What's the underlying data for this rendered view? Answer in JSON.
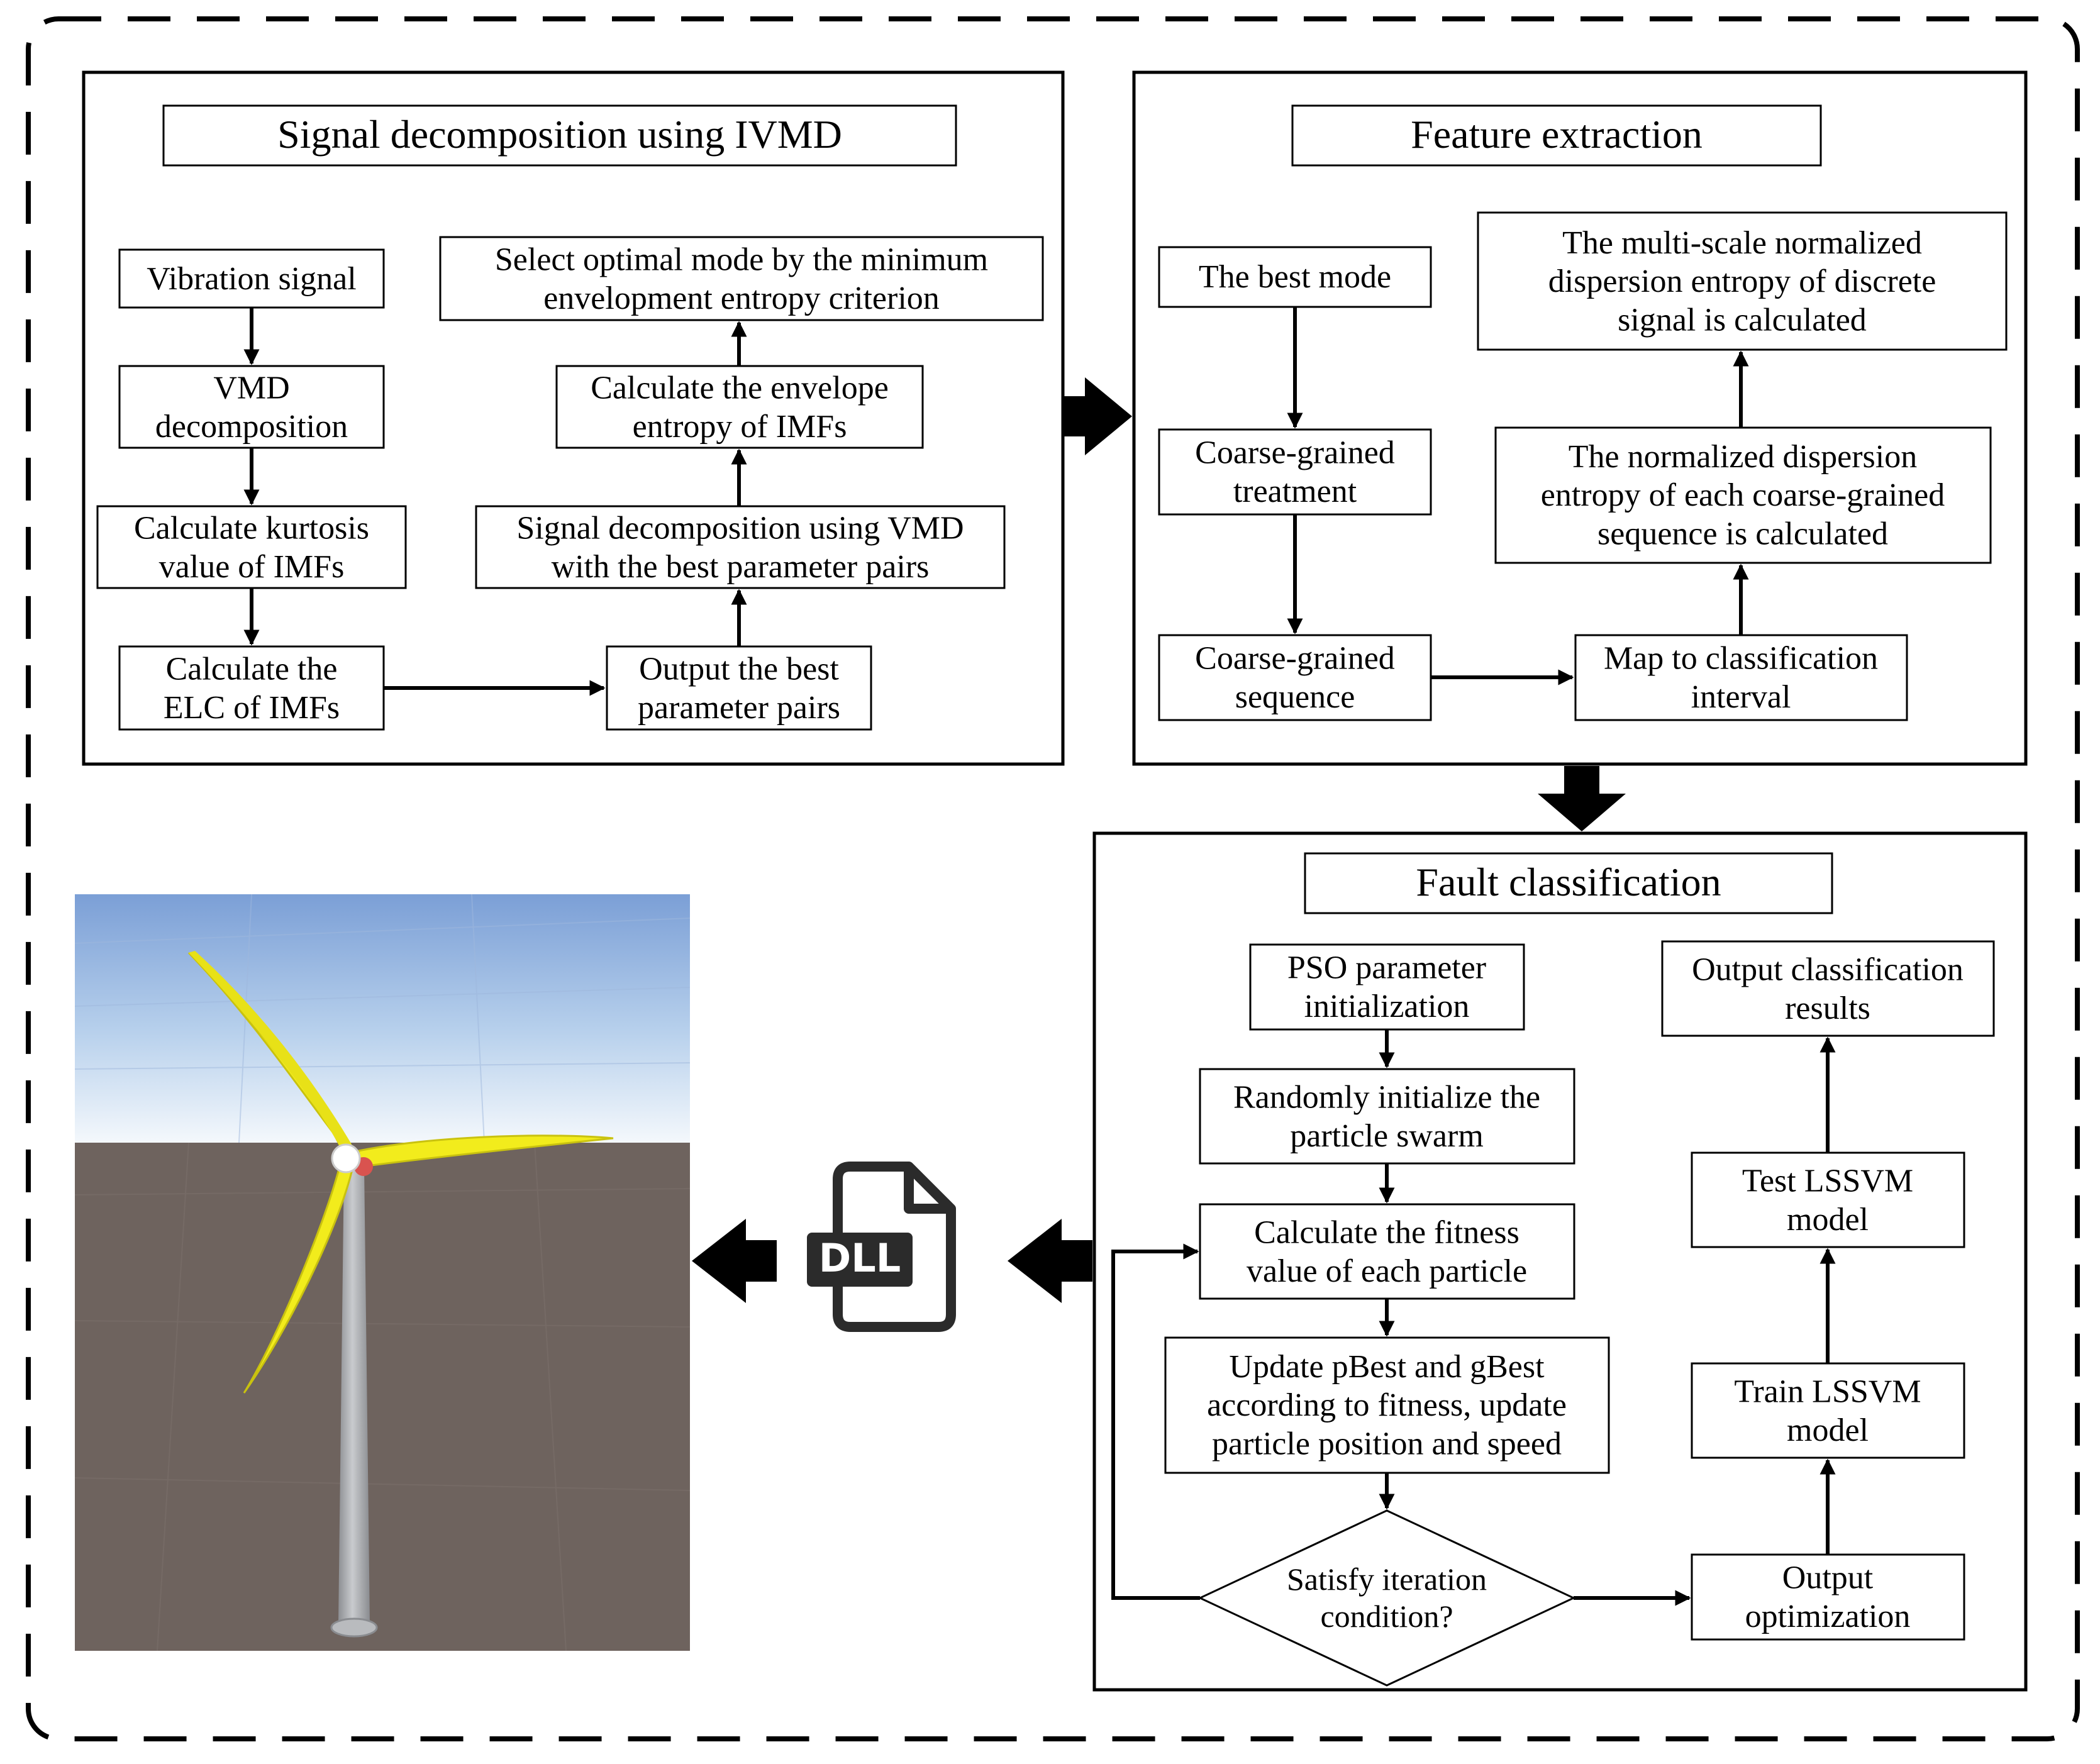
{
  "sections": {
    "ivmd": "Signal decomposition using IVMD",
    "feature": "Feature extraction",
    "fault": "Fault classification"
  },
  "ivmd_steps": {
    "vibration": [
      "Vibration signal"
    ],
    "vmd": [
      "VMD",
      "decomposition"
    ],
    "kurtosis": [
      "Calculate kurtosis",
      "value of IMFs"
    ],
    "elc": [
      "Calculate the",
      "ELC of IMFs"
    ],
    "output_pairs": [
      "Output the best",
      "parameter pairs"
    ],
    "decomp_vmd": [
      "Signal decomposition using VMD",
      "with the best parameter pairs"
    ],
    "envelope": [
      "Calculate the envelope",
      "entropy of IMFs"
    ],
    "select_mode": [
      "Select optimal mode by the minimum",
      "envelopment entropy criterion"
    ]
  },
  "feature_steps": {
    "best_mode": [
      "The best mode"
    ],
    "coarse_treat": [
      "Coarse-grained",
      "treatment"
    ],
    "coarse_seq": [
      "Coarse-grained",
      "sequence"
    ],
    "map_interval": [
      "Map to classification",
      "interval"
    ],
    "norm_disp": [
      "The normalized dispersion",
      "entropy of each coarse-grained",
      "sequence is calculated"
    ],
    "multi_scale": [
      "The multi-scale normalized",
      "dispersion entropy of discrete",
      "signal is calculated"
    ]
  },
  "fault_steps": {
    "pso_init": [
      "PSO parameter",
      "initialization"
    ],
    "random_init": [
      "Randomly initialize the",
      "particle swarm"
    ],
    "fitness": [
      "Calculate the fitness",
      "value of each particle"
    ],
    "update": [
      "Update pBest and gBest",
      "according to fitness, update",
      "particle position and speed"
    ],
    "satisfy": [
      "Satisfy iteration",
      "condition?"
    ],
    "output_opt": [
      "Output",
      "optimization"
    ],
    "train": [
      "Train LSSVM",
      "model"
    ],
    "test": [
      "Test LSSVM",
      "model"
    ],
    "output_results": [
      "Output classification",
      "results"
    ]
  },
  "dll_label": "DLL",
  "icons": [
    "dll-file-icon",
    "wind-turbine-render"
  ],
  "colors": {
    "line": "#000000",
    "blade": "#f2ec1c",
    "tower": "#a7a9ad",
    "ground": "#6e635e",
    "sky_top": "#7b9fd6",
    "sky_horizon": "#f4f8fc",
    "dll_icon": "#2b2b2b"
  }
}
